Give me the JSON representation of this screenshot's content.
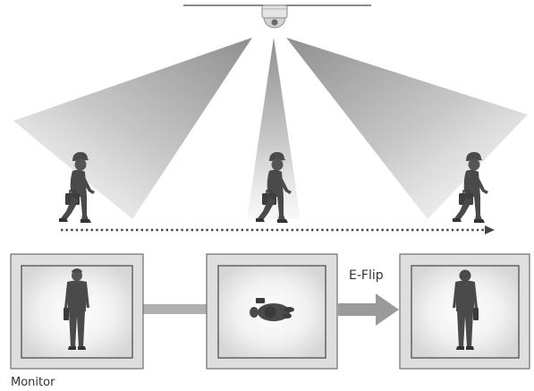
{
  "labels": {
    "eflip": "E-Flip",
    "monitor": "Monitor"
  },
  "scene": {
    "camera": {
      "icon": "dome-camera-icon"
    },
    "persons": [
      {
        "icon": "walking-person-icon",
        "view": "side"
      },
      {
        "icon": "walking-person-icon",
        "view": "side"
      },
      {
        "icon": "walking-person-icon",
        "view": "side"
      }
    ],
    "motion_arrow": {
      "icon": "dotted-arrow-right-icon"
    }
  },
  "monitors": [
    {
      "icon": "monitor-frame-icon",
      "content": "person-front-view-icon"
    },
    {
      "icon": "monitor-frame-icon",
      "content": "person-top-view-icon"
    },
    {
      "icon": "monitor-frame-icon",
      "content": "person-back-view-icon"
    }
  ],
  "colors": {
    "beam": "#b4b4b4",
    "frame": "#dedede",
    "frame_stroke": "#6f6f6f",
    "person": "#4a4a4a",
    "connector": "#b0b0b0",
    "arrow": "#9a9a9a"
  }
}
